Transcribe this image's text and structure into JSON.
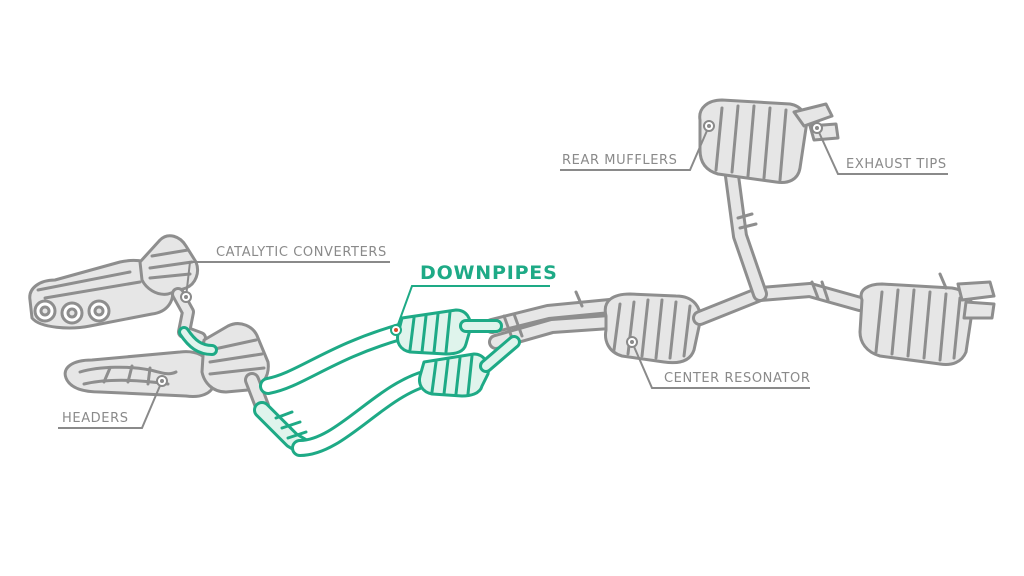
{
  "diagram": {
    "labels": {
      "catalytic_converters": "CATALYTIC CONVERTERS",
      "downpipes": "DOWNPIPES",
      "headers": "HEADERS",
      "rear_mufflers": "REAR MUFFLERS",
      "exhaust_tips": "EXHAUST TIPS",
      "center_resonator": "CENTER RESONATOR"
    },
    "highlighted_part": "DOWNPIPES",
    "colors": {
      "part_outline": "#8e8e8e",
      "part_fill": "#e6e6e6",
      "highlight": "#1eaa86",
      "highlight_fill": "#dff4ec",
      "label_text": "#8a8a8a",
      "leader_line": "#8a8a8a"
    }
  }
}
